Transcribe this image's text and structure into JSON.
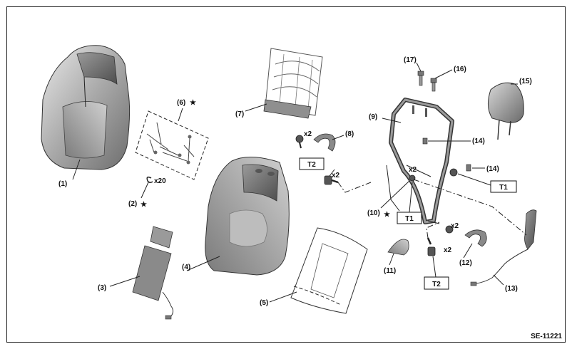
{
  "diagram": {
    "code": "SE-11221",
    "callouts": {
      "c1": "(1)",
      "c2": "(2)",
      "c3": "(3)",
      "c4": "(4)",
      "c5": "(5)",
      "c6": "(6)",
      "c7": "(7)",
      "c8": "(8)",
      "c9": "(9)",
      "c10": "(10)",
      "c11": "(11)",
      "c12": "(12)",
      "c13": "(13)",
      "c14a": "(14)",
      "c14b": "(14)",
      "c15": "(15)",
      "c16": "(16)",
      "c17": "(17)"
    },
    "quantities": {
      "q2": "x20",
      "q8": "x2",
      "qT2a": "x2",
      "q10": "x2",
      "q12": "x2",
      "qT2b": "x2"
    },
    "torque": {
      "t2a": "T2",
      "t1a": "T1",
      "t1b": "T1",
      "t2b": "T2"
    },
    "marks": {
      "star": "★"
    }
  }
}
